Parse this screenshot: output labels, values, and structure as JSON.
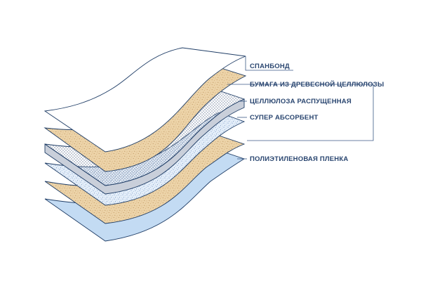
{
  "diagram": {
    "layers": [
      {
        "id": "spunbond",
        "label": "СПАНБОНД"
      },
      {
        "id": "wood-pulp-paper",
        "label": "БУМАГА ИЗ ДРЕВЕСНОЙ ЦЕЛЛЮЛОЗЫ"
      },
      {
        "id": "fluff-pulp",
        "label": "ЦЕЛЛЮЛОЗА РАСПУЩЕННАЯ"
      },
      {
        "id": "super-absorbent",
        "label": "СУПЕР АБСОРБЕНТ"
      },
      {
        "id": "polyethylene-film",
        "label": "ПОЛИЭТИЛЕНОВАЯ ПЛЕНКА"
      }
    ],
    "colors": {
      "outline": "#1f3d66",
      "label_text": "#2a4670",
      "leader_line": "#3b5a86",
      "paper_fill": "#ecd3a8",
      "paper_speckle": "#b98a50",
      "spunbond_fill": "#ffffff",
      "fluff_fill": "#eef1f5",
      "fluff_hatch": "#8f9bb0",
      "fluff_edge": "#c9cfda",
      "sap_fill": "#e4eef9",
      "sap_dots": "#6c8fc3",
      "film_fill": "#c3dbf3"
    }
  }
}
